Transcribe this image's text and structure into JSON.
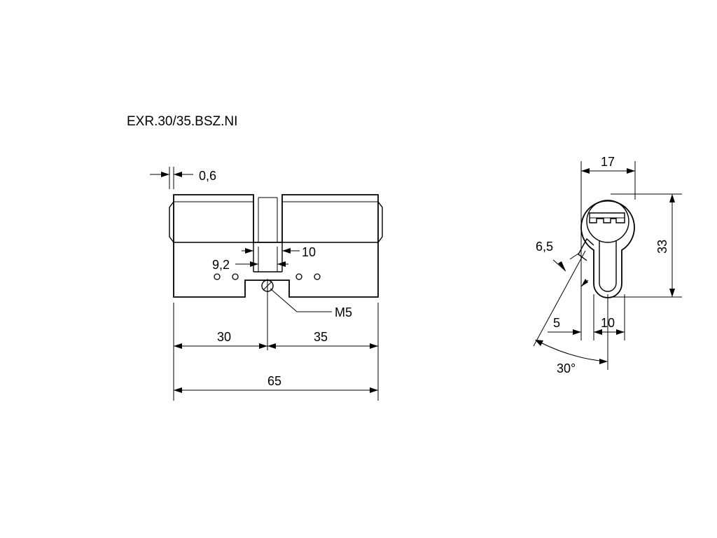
{
  "drawing": {
    "title": "EXR.30/35.BSZ.NI",
    "side_view": {
      "offset_label": "0,6",
      "cam_width_label": "10",
      "cam_inner_label": "9,2",
      "screw_label": "M5",
      "left_length_label": "30",
      "right_length_label": "35",
      "total_length_label": "65"
    },
    "end_view": {
      "width_label": "17",
      "height_label": "33",
      "cam_label": "6,5",
      "offset_label": "5",
      "tail_width_label": "10",
      "angle_label": "30°"
    }
  }
}
